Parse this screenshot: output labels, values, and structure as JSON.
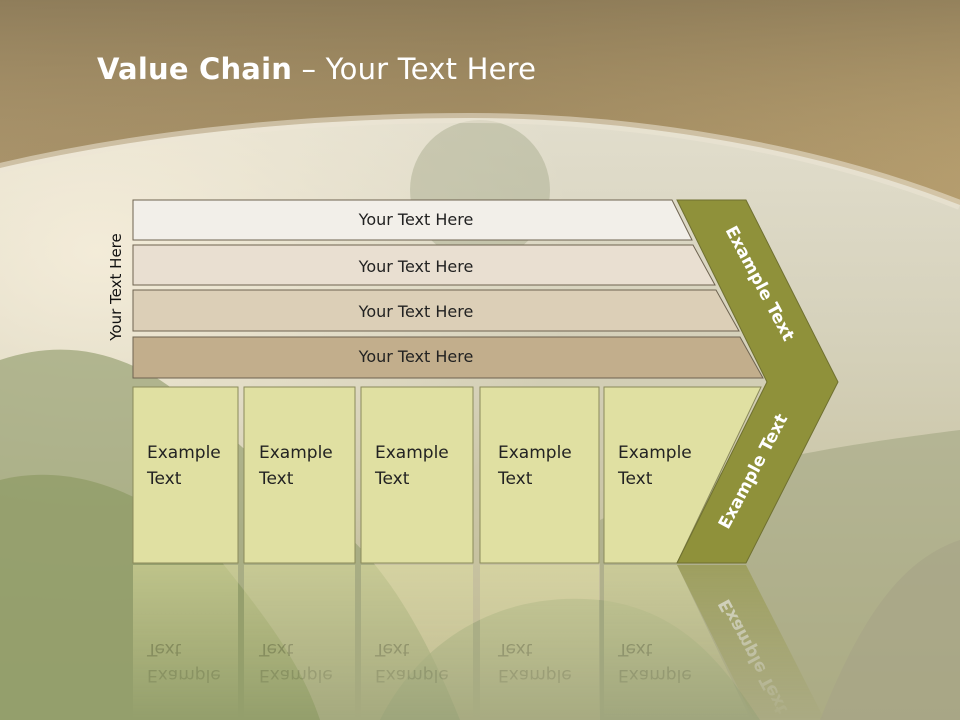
{
  "slide": {
    "title_bold": "Value Chain",
    "title_rest": " – Your Text Here",
    "vertical_label": "Your Text Here"
  },
  "rows": [
    {
      "label": "Your Text Here",
      "fill": "#f2efe9"
    },
    {
      "label": "Your Text Here",
      "fill": "#e9dfd1"
    },
    {
      "label": "Your Text Here",
      "fill": "#dccfb7"
    },
    {
      "label": "Your Text Here",
      "fill": "#c2ae8c"
    }
  ],
  "columns": [
    {
      "line1": "Example",
      "line2": "Text"
    },
    {
      "line1": "Example",
      "line2": "Text"
    },
    {
      "line1": "Example",
      "line2": "Text"
    },
    {
      "line1": "Example",
      "line2": "Text"
    },
    {
      "line1": "Example",
      "line2": "Text"
    }
  ],
  "chevron": {
    "upper_label": "Example Text",
    "lower_label": "Example Text",
    "fill": "#8f913a"
  },
  "colors": {
    "column_fill": "#e0e0a2",
    "header_band": "#ab9468",
    "text": "#222222"
  }
}
